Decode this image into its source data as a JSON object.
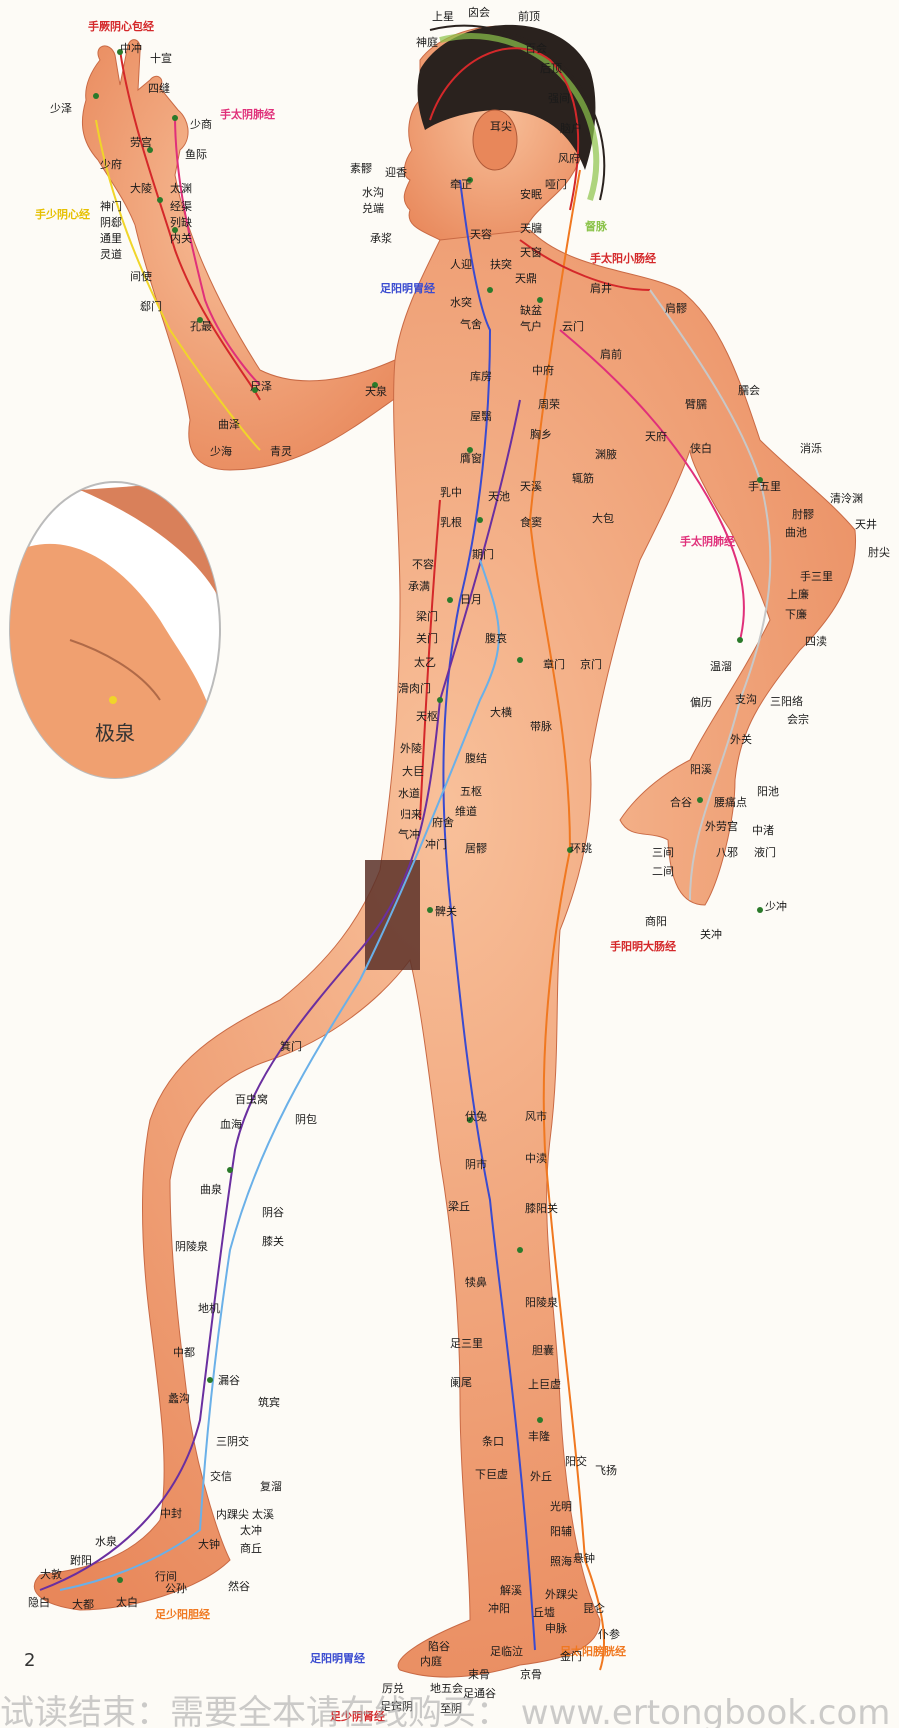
{
  "colors": {
    "skin": "#f2a877",
    "skin_dark": "#e8875a",
    "hair": "#2a221e",
    "background": "#fdfbf6",
    "meridian_red": "#d4282a",
    "meridian_purple": "#6a2fa0",
    "meridian_blue": "#3a4bd0",
    "meridian_pink": "#e0307a",
    "meridian_yellow": "#f0d52a",
    "meridian_lightblue": "#6ab0e8",
    "meridian_orange": "#f07820",
    "meridian_gray": "#c8c8c8"
  },
  "meridian_labels": [
    {
      "text": "手厥阴心包经",
      "color": "#d4282a"
    },
    {
      "text": "手太阴肺经",
      "color": "#e0307a"
    },
    {
      "text": "手少阴心经",
      "color": "#f0d52a"
    },
    {
      "text": "足阳明胃经",
      "color": "#3a4bd0"
    },
    {
      "text": "手太阳小肠经",
      "color": "#d4282a"
    },
    {
      "text": "手太阴肺经",
      "color": "#e0307a"
    },
    {
      "text": "手阳明大肠经",
      "color": "#d4282a"
    },
    {
      "text": "足少阳胆经",
      "color": "#f07820"
    },
    {
      "text": "足阳明胃经",
      "color": "#3a4bd0"
    },
    {
      "text": "足太阳膀胱经",
      "color": "#f07820"
    },
    {
      "text": "足少阴肾经",
      "color": "#d4282a"
    },
    {
      "text": "督脉",
      "color": "#8bc34a"
    }
  ],
  "points": [
    "中冲",
    "十宣",
    "四缝",
    "少泽",
    "少商",
    "劳宫",
    "少府",
    "鱼际",
    "大陵",
    "太渊",
    "神门",
    "经渠",
    "阴郄",
    "列缺",
    "通里",
    "内关",
    "灵道",
    "间使",
    "郄门",
    "孔最",
    "尺泽",
    "曲泽",
    "天泉",
    "少海",
    "青灵",
    "上星",
    "囟会",
    "前顶",
    "神庭",
    "百会",
    "后顶",
    "强间",
    "脑户",
    "风府",
    "哑门",
    "耳尖",
    "安眠",
    "素髎",
    "迎香",
    "水沟",
    "兑端",
    "牵正",
    "承浆",
    "天容",
    "天牖",
    "天窗",
    "人迎",
    "扶突",
    "天鼎",
    "水突",
    "缺盆",
    "肩井",
    "肩髎",
    "气舍",
    "气户",
    "云门",
    "肩前",
    "中府",
    "库房",
    "周荣",
    "屋翳",
    "臂臑",
    "臑会",
    "胸乡",
    "天府",
    "侠白",
    "消泺",
    "膺窗",
    "渊腋",
    "辄筋",
    "乳中",
    "天池",
    "天溪",
    "手五里",
    "清泠渊",
    "乳根",
    "食窦",
    "大包",
    "肘髎",
    "天井",
    "曲池",
    "肘尖",
    "期门",
    "不容",
    "承满",
    "日月",
    "手三里",
    "上廉",
    "下廉",
    "梁门",
    "关门",
    "腹哀",
    "四渎",
    "太乙",
    "章门",
    "京门",
    "温溜",
    "滑肉门",
    "偏历",
    "支沟",
    "三阳络",
    "会宗",
    "天枢",
    "大横",
    "带脉",
    "外关",
    "外陵",
    "腹结",
    "阳溪",
    "大巨",
    "五枢",
    "阳池",
    "水道",
    "维道",
    "合谷",
    "腰痛点",
    "归来",
    "府舍",
    "外劳宫",
    "中渚",
    "气冲",
    "冲门",
    "居髎",
    "环跳",
    "三间",
    "八邪",
    "液门",
    "二间",
    "少冲",
    "商阳",
    "关冲",
    "髀关",
    "箕门",
    "百虫窝",
    "血海",
    "阴包",
    "伏兔",
    "风市",
    "阴市",
    "中渎",
    "曲泉",
    "阴谷",
    "膝关",
    "梁丘",
    "膝阳关",
    "阴陵泉",
    "犊鼻",
    "阳陵泉",
    "地机",
    "足三里",
    "胆囊",
    "中都",
    "阑尾",
    "漏谷",
    "上巨虚",
    "蠡沟",
    "筑宾",
    "条口",
    "丰隆",
    "三阴交",
    "阳交",
    "飞扬",
    "下巨虚",
    "外丘",
    "交信",
    "复溜",
    "光明",
    "中封",
    "内踝尖",
    "太溪",
    "阳辅",
    "太冲",
    "大钟",
    "商丘",
    "照海",
    "水泉",
    "悬钟",
    "跗阳",
    "行间",
    "公孙",
    "然谷",
    "解溪",
    "外踝尖",
    "大敦",
    "昆仑",
    "冲阳",
    "丘墟",
    "申脉",
    "隐白",
    "大都",
    "太白",
    "仆参",
    "陷谷",
    "足临泣",
    "金门",
    "内庭",
    "束骨",
    "京骨",
    "厉兑",
    "地五会",
    "足通谷",
    "足窍阴",
    "至阴"
  ],
  "inset": {
    "label": "极泉"
  },
  "page_number": "2",
  "watermark": "试读结束：需要全本请在线购买： www.ertongbook.com"
}
